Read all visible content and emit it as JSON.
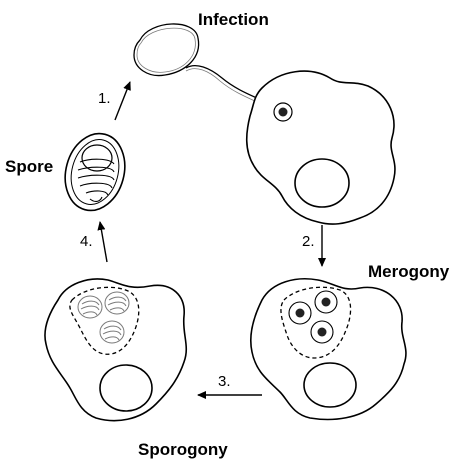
{
  "labels": {
    "infection": "Infection",
    "merogony": "Merogony",
    "sporogony": "Sporogony",
    "spore": "Spore"
  },
  "steps": {
    "step1": "1.",
    "step2": "2.",
    "step3": "3.",
    "step4": "4."
  },
  "colors": {
    "stroke": "#000000",
    "nucleus_fill": "#222222",
    "grey_line": "#7a7a7a",
    "background": "#ffffff"
  }
}
